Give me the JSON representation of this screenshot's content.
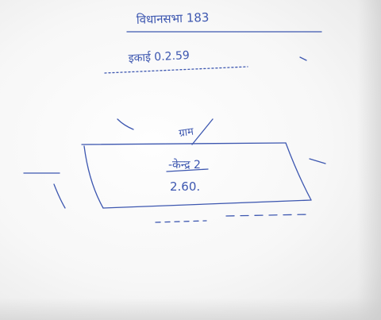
{
  "handwriting": {
    "line1": "विधानसभा 183",
    "line2": "इकाई 0.2.59",
    "box_title": "ग्राम",
    "box_line1": "-केन्द्र 2",
    "box_line2": "2.60."
  },
  "colors": {
    "ink": "#3d57b0",
    "paper": "#f7f7f7"
  }
}
